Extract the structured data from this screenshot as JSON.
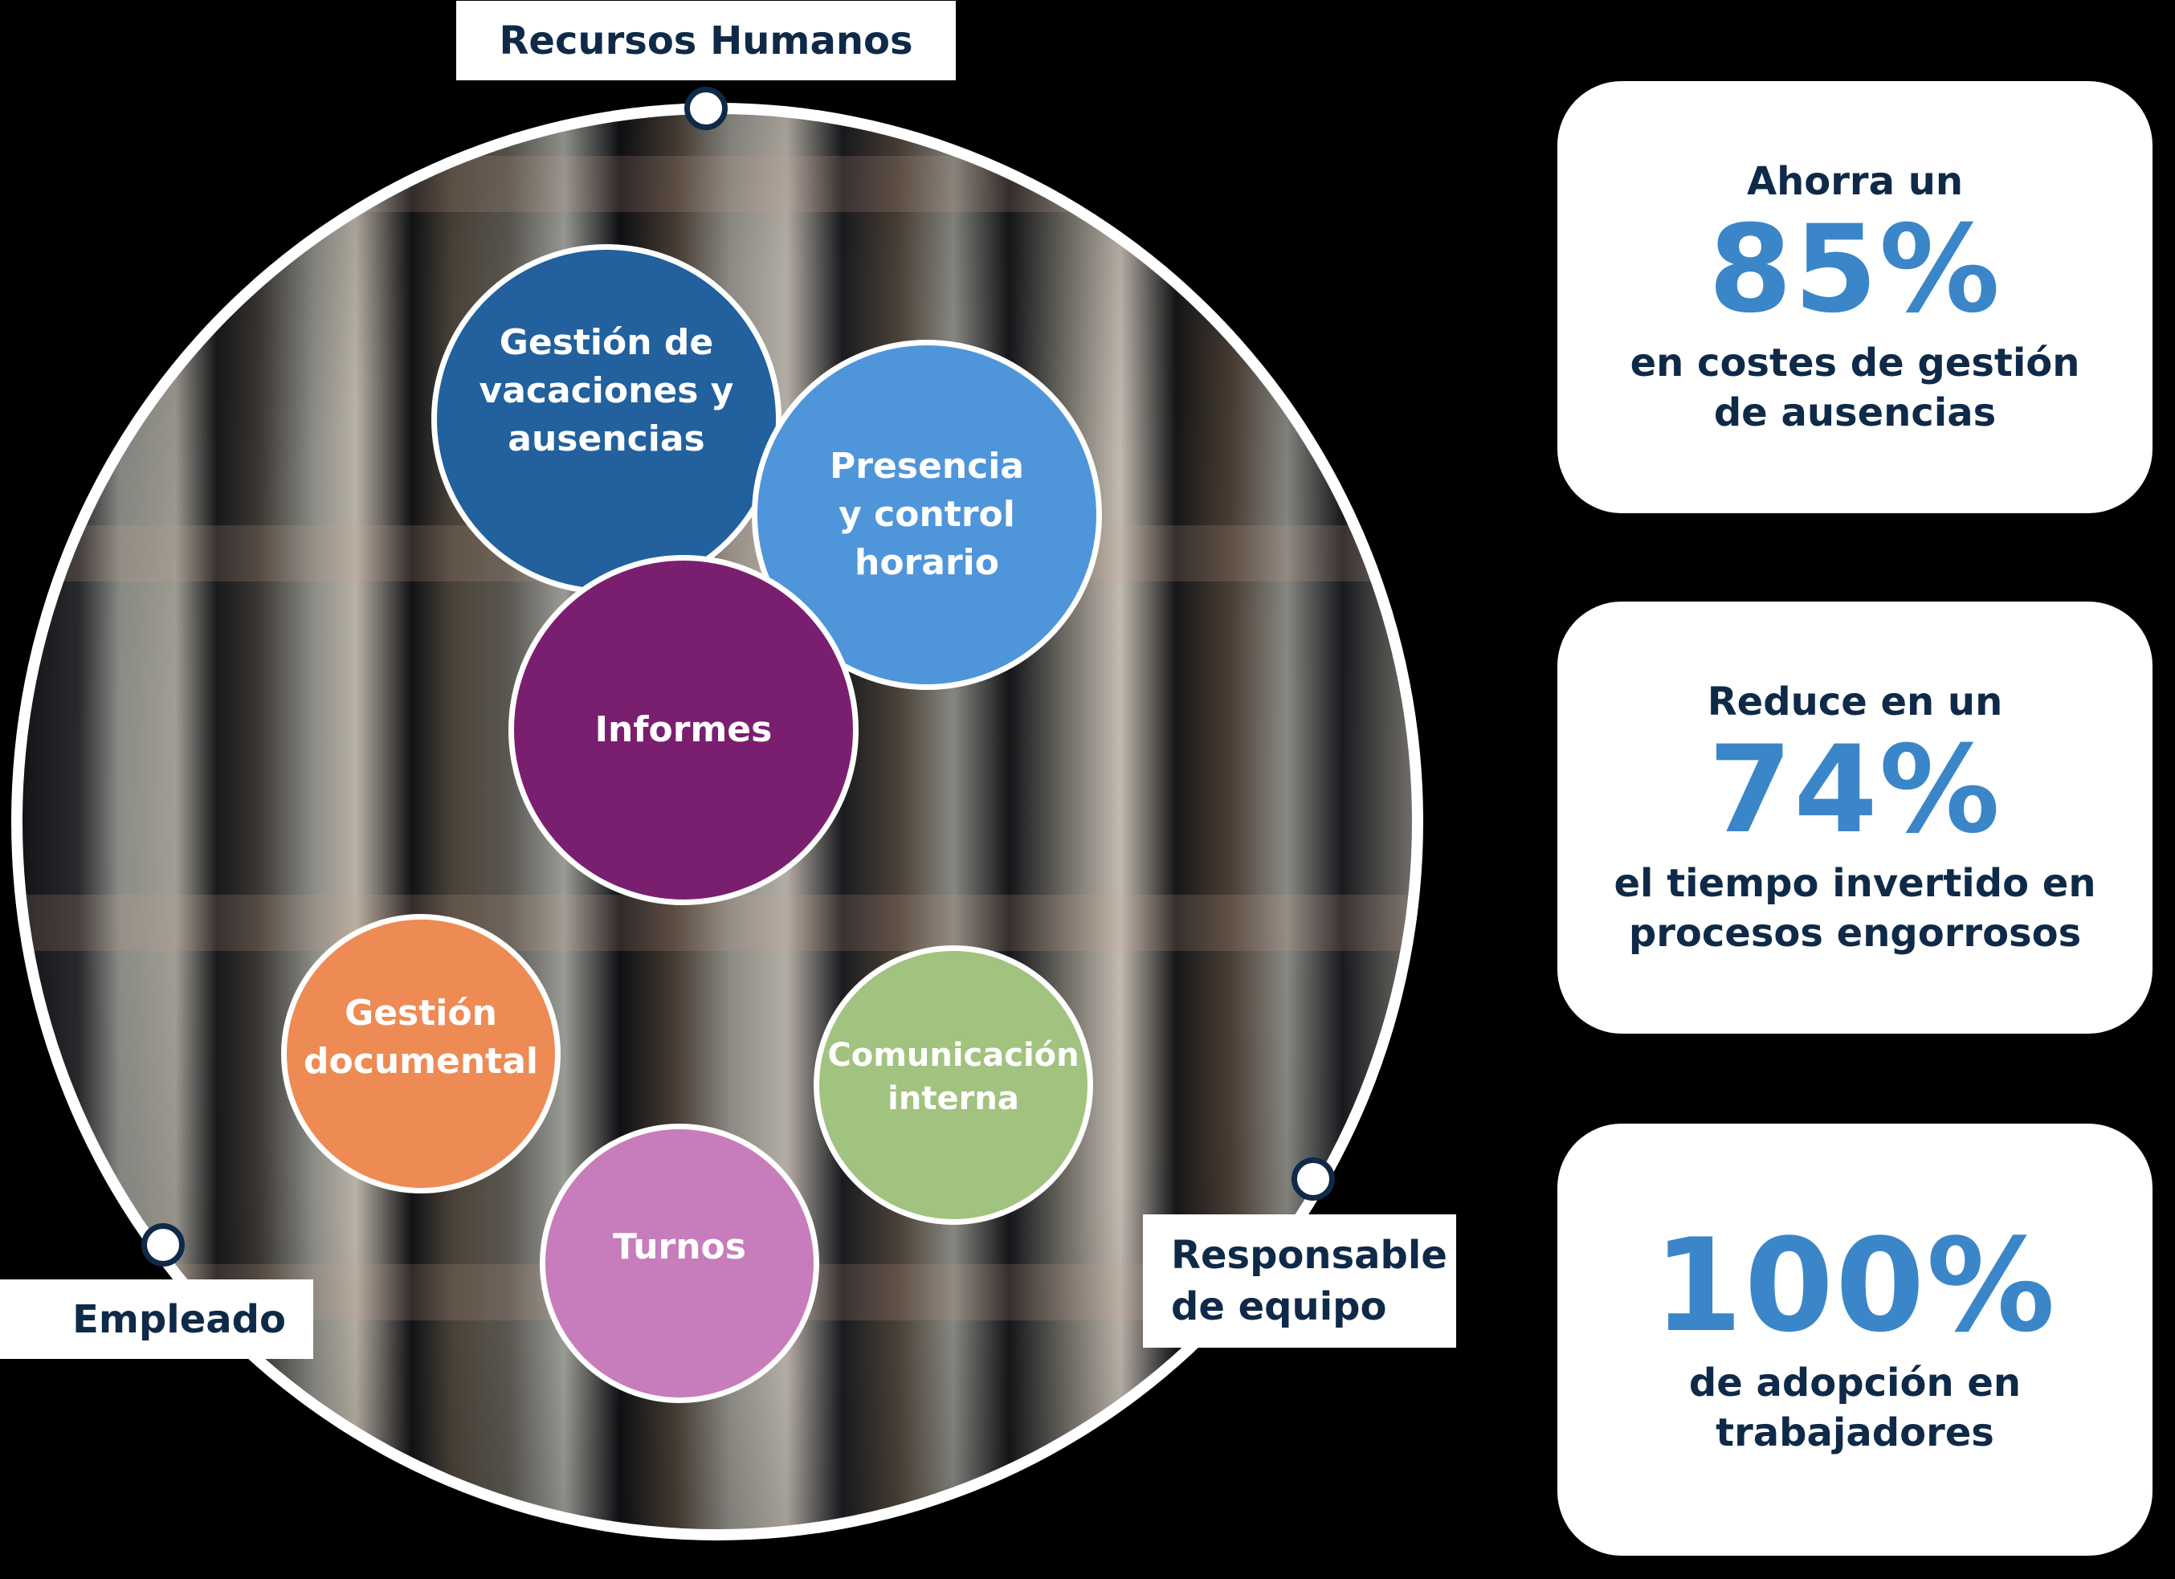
{
  "roles": {
    "top": "Recursos Humanos",
    "bottom_left": "Empleado",
    "bottom_right": [
      "Responsable",
      "de equipo"
    ]
  },
  "modules": [
    {
      "id": "vacaciones",
      "lines": [
        "Gestión de",
        "vacaciones y",
        "ausencias"
      ],
      "color": "#22609e"
    },
    {
      "id": "presencia",
      "lines": [
        "Presencia",
        "y control",
        "horario"
      ],
      "color": "#4f95da"
    },
    {
      "id": "informes",
      "lines": [
        "Informes"
      ],
      "color": "#7a1f6f"
    },
    {
      "id": "documental",
      "lines": [
        "Gestión",
        "documental"
      ],
      "color": "#ee8a54"
    },
    {
      "id": "comunicacion",
      "lines": [
        "Comunicación",
        "interna"
      ],
      "color": "#a2c280"
    },
    {
      "id": "turnos",
      "lines": [
        "Turnos"
      ],
      "color": "#c77cbb"
    }
  ],
  "stats": [
    {
      "pre": "Ahorra un",
      "value": "85%",
      "post": [
        "en costes de gestión",
        "de ausencias"
      ]
    },
    {
      "pre": "Reduce en un",
      "value": "74%",
      "post": [
        "el tiempo invertido en",
        "procesos engorrosos"
      ]
    },
    {
      "pre": "",
      "value": "100%",
      "post": [
        "de adopción en",
        "trabajadores"
      ]
    }
  ],
  "colors": {
    "text_dark": "#0f2a48",
    "accent_blue": "#3a86c8",
    "background": "#000000",
    "card_bg": "#ffffff"
  }
}
